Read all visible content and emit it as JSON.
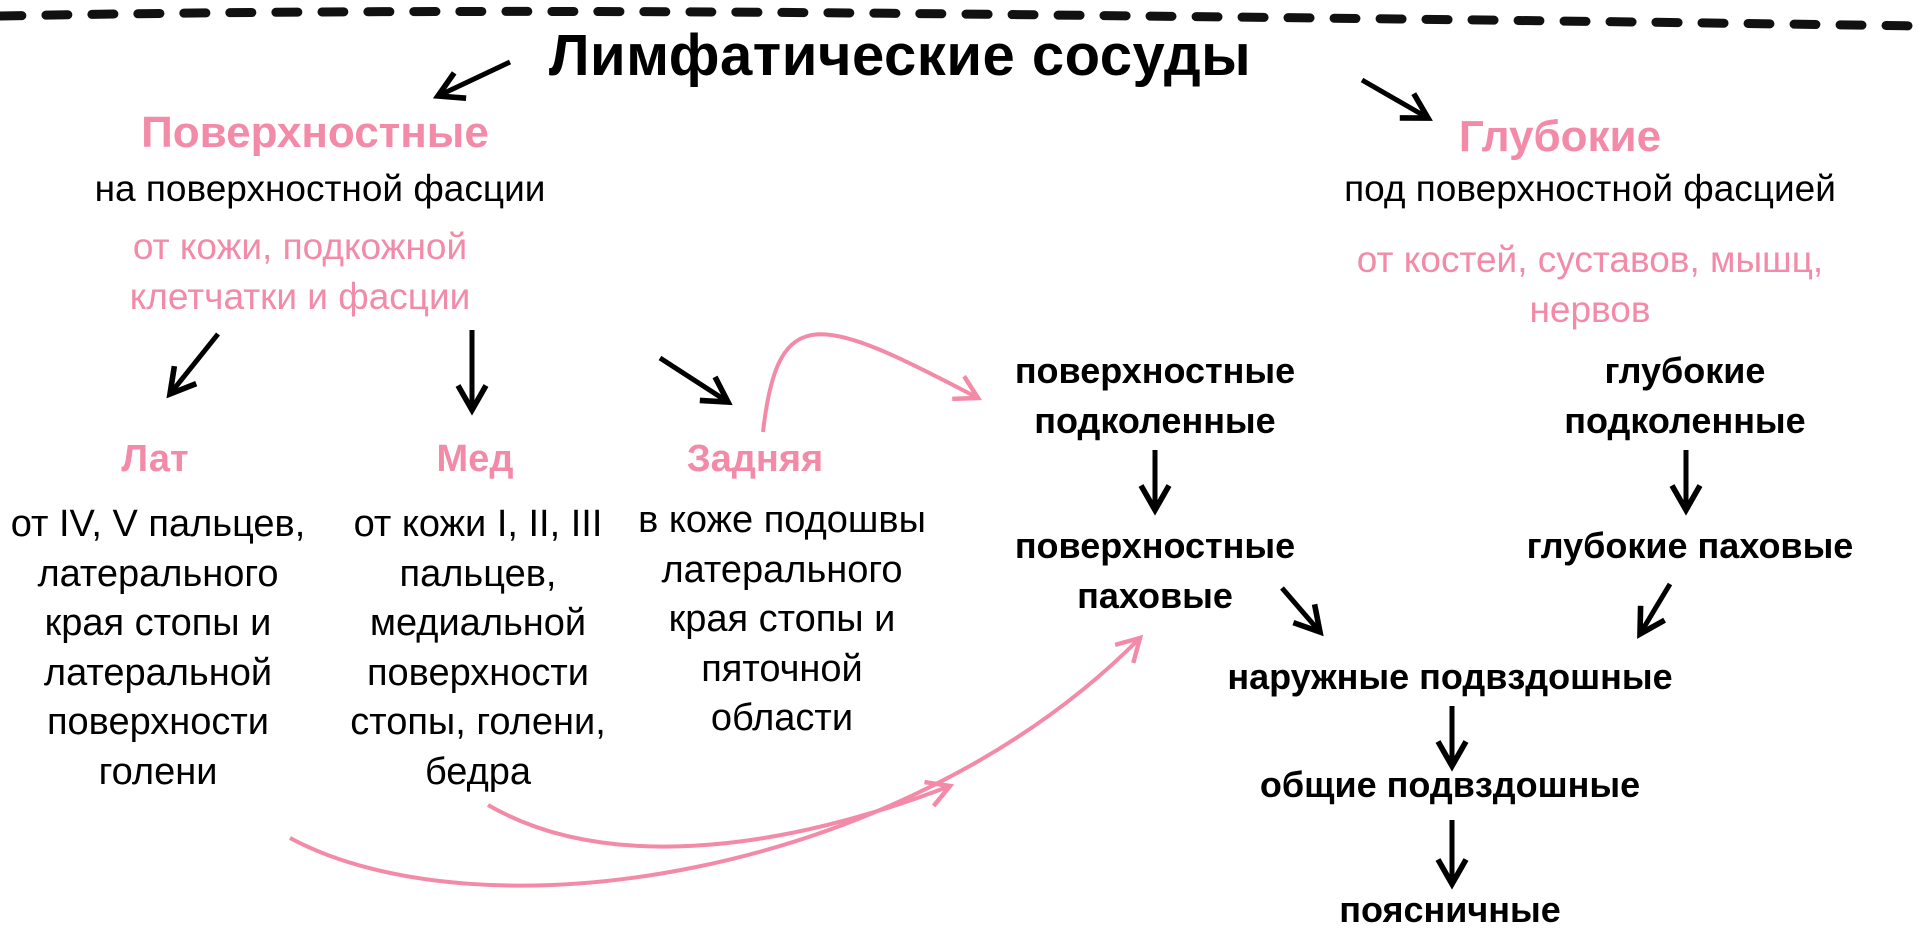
{
  "title": "Лимфатические сосуды",
  "superficial": {
    "heading": "Поверхностные",
    "location": "на поверхностной фасции",
    "source": "от кожи, подкожной клетчатки и фасции",
    "groups": [
      {
        "name": "Лат",
        "desc": "от IV, V пальцев, латерального края стопы и латеральной поверхности голени"
      },
      {
        "name": "Мед",
        "desc": "от кожи I, II, III пальцев, медиальной поверхности стопы, голени, бедра"
      },
      {
        "name": "Задняя",
        "desc": "в коже подошвы латерального края стопы и пяточной области"
      }
    ]
  },
  "deep": {
    "heading": "Глубокие",
    "location": "под поверхностной фасцией",
    "source": "от костей, суставов, мышц, нервов"
  },
  "nodes": {
    "superficial_popliteal": "поверхностные подколенные",
    "superficial_inguinal": "поверхностные паховые",
    "deep_popliteal": "глубокие подколенные",
    "deep_inguinal": "глубокие паховые",
    "external_iliac": "наружные подвздошные",
    "common_iliac": "общие подвздошные",
    "lumbar": "поясничные"
  },
  "colors": {
    "accent_pink": "#f28aa8",
    "text": "#000000"
  }
}
